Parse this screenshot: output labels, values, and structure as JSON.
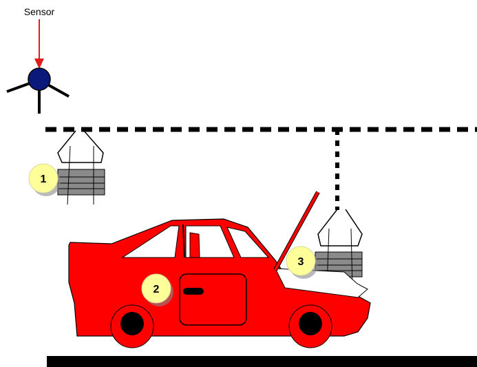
{
  "sensor": {
    "label": "Sensor",
    "icon": "sensor-node-icon",
    "arrow_color": "#e21b1b",
    "node_color": "#0b1a7a"
  },
  "markers": [
    {
      "id": 1,
      "label": "1"
    },
    {
      "id": 2,
      "label": "2"
    },
    {
      "id": 3,
      "label": "3"
    }
  ],
  "colors": {
    "car": "#ff0000",
    "outline": "#000000",
    "track": "#000000",
    "hoist": "#8a8a8a",
    "marker_fill": "#ffff99"
  }
}
